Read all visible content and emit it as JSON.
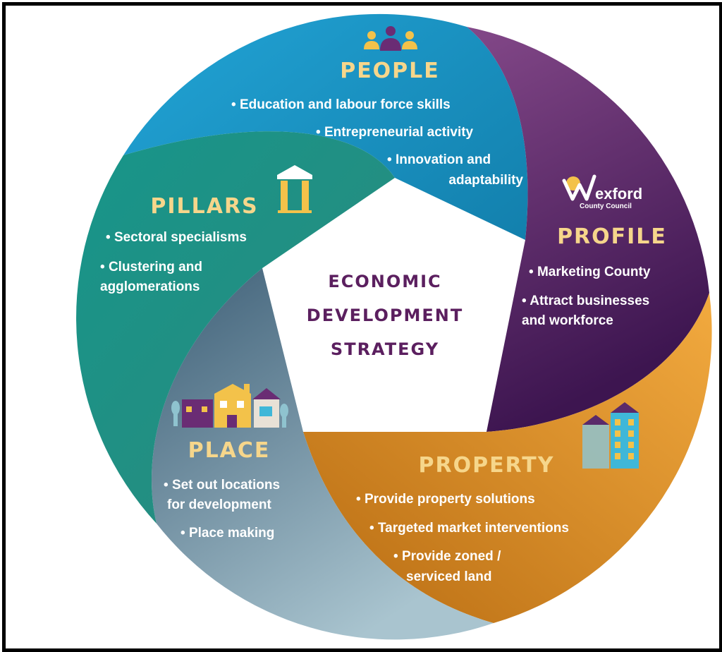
{
  "center": {
    "lines": [
      "ECONOMIC",
      "DEVELOPMENT",
      "STRATEGY"
    ]
  },
  "segments": {
    "people": {
      "title": "PEOPLE",
      "icon": "people-group-icon",
      "bullets": [
        "Education and labour force skills",
        "Entrepreneurial activity",
        "Innovation and",
        "adaptability"
      ]
    },
    "profile": {
      "title": "PROFILE",
      "icon": "wexford-logo",
      "bullets": [
        "Marketing County",
        "Attract businesses",
        "and workforce"
      ]
    },
    "property": {
      "title": "PROPERTY",
      "icon": "buildings-icon",
      "bullets": [
        "Provide property solutions",
        "Targeted market interventions",
        "Provide zoned /",
        "serviced land"
      ]
    },
    "place": {
      "title": "PLACE",
      "icon": "houses-icon",
      "bullets": [
        "Set out locations",
        "for development",
        "Place making"
      ]
    },
    "pillars": {
      "title": "PILLARS",
      "icon": "pillar-icon",
      "bullets": [
        "Sectoral specialisms",
        "Clustering and",
        "agglomerations"
      ]
    }
  },
  "logo": {
    "name": "exford",
    "sub": "County Council"
  },
  "colors": {
    "people": "#1a97c9",
    "profile": "#5b2a6e",
    "property": "#e28f22",
    "place": "#4f6f86",
    "pillars": "#2a9a86",
    "title_yellow": "#f6d68b",
    "center_purple": "#5b1f5f"
  }
}
